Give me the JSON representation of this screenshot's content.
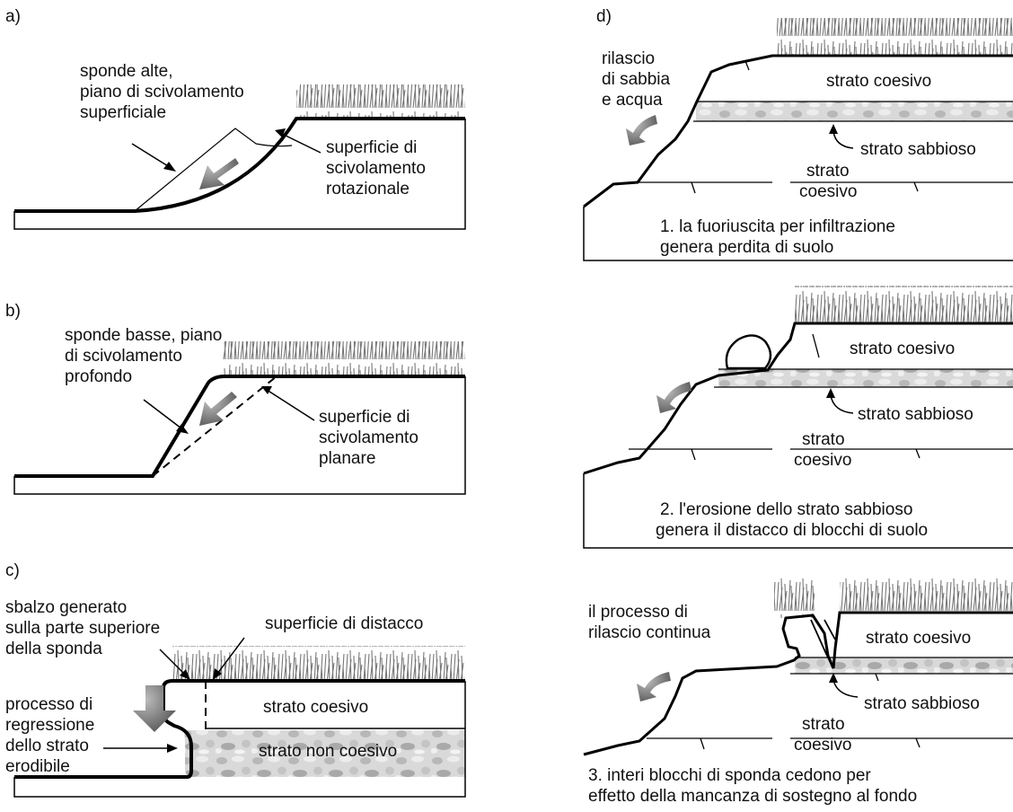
{
  "panels": {
    "a": {
      "letter": "a)",
      "label_left": [
        "sponde alte,",
        "piano di scivolamento",
        "superficiale"
      ],
      "label_right": [
        "superficie di",
        "scivolamento",
        "rotazionale"
      ]
    },
    "b": {
      "letter": "b)",
      "label_left": [
        "sponde basse, piano",
        "di scivolamento",
        "profondo"
      ],
      "label_right": [
        "superficie di",
        "scivolamento",
        "planare"
      ]
    },
    "c": {
      "letter": "c)",
      "label_overhang": [
        "sbalzo generato",
        "sulla parte superiore",
        "della sponda"
      ],
      "label_detach": "superficie di distacco",
      "label_process": [
        "processo di",
        "regressione",
        "dello strato",
        "erodibile"
      ],
      "layer_top": "strato coesivo",
      "layer_bottom": "strato non coesivo"
    },
    "d": {
      "letter": "d)",
      "release": [
        "rilascio",
        "di sabbia",
        "e acqua"
      ],
      "cohesive": "strato coesivo",
      "sandy": "strato sabbioso",
      "cohesive_lower": [
        "strato",
        "coesivo"
      ],
      "caption1": [
        "1. la fuoriuscita per infiltrazione",
        "genera perdita di suolo"
      ],
      "caption2": [
        "2. l'erosione dello strato sabbioso",
        "genera il distacco di blocchi di suolo"
      ],
      "continue": [
        "il processo di",
        "rilascio continua"
      ],
      "caption3": [
        "3. interi blocchi di sponda cedono per",
        "effetto della mancanza di sostegno al fondo"
      ]
    }
  }
}
